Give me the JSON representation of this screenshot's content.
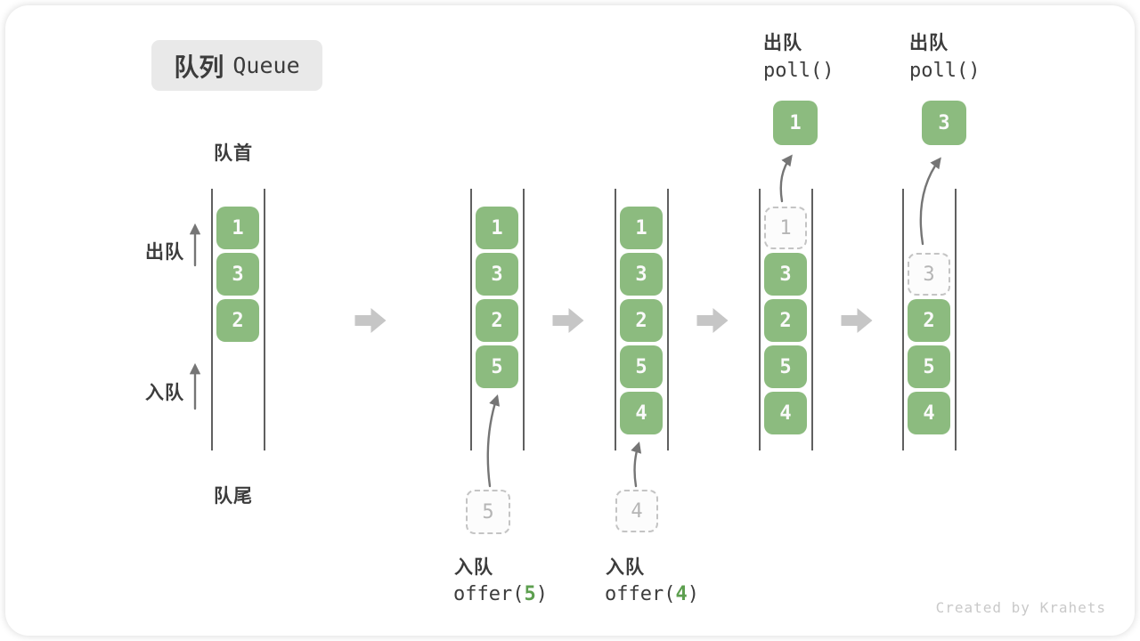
{
  "title": {
    "zh": "队列",
    "en": "Queue"
  },
  "side_labels": {
    "front": "队首",
    "rear": "队尾",
    "dequeue": "出队",
    "enqueue": "入队"
  },
  "queues": [
    {
      "cells": [
        {
          "value": "1"
        },
        {
          "value": "3"
        },
        {
          "value": "2"
        }
      ]
    },
    {
      "cells": [
        {
          "value": "1"
        },
        {
          "value": "3"
        },
        {
          "value": "2"
        },
        {
          "value": "5"
        }
      ]
    },
    {
      "cells": [
        {
          "value": "1"
        },
        {
          "value": "3"
        },
        {
          "value": "2"
        },
        {
          "value": "5"
        },
        {
          "value": "4"
        }
      ]
    },
    {
      "ghost": {
        "value": "1"
      },
      "cells": [
        {
          "value": "3"
        },
        {
          "value": "2"
        },
        {
          "value": "5"
        },
        {
          "value": "4"
        }
      ]
    },
    {
      "ghost": {
        "value": "3"
      },
      "cells": [
        {
          "value": "2"
        },
        {
          "value": "5"
        },
        {
          "value": "4"
        }
      ]
    }
  ],
  "enqueue_ops": [
    {
      "label": "入队",
      "fn_open": "offer(",
      "arg": "5",
      "fn_close": ")",
      "staged_value": "5"
    },
    {
      "label": "入队",
      "fn_open": "offer(",
      "arg": "4",
      "fn_close": ")",
      "staged_value": "4"
    }
  ],
  "dequeue_ops": [
    {
      "label": "出队",
      "code": "poll()",
      "removed_value": "1"
    },
    {
      "label": "出队",
      "code": "poll()",
      "removed_value": "3"
    }
  ],
  "watermark": "Created by Krahets",
  "colors": {
    "cell_green": "#8cbb7f",
    "code_arg_green": "#5d9f4f",
    "block_arrow_gray": "#c6c6c6",
    "thin_arrow_gray": "#757575",
    "ghost_border": "#c4c4c4",
    "ghost_text": "#b5b5b5",
    "text_dark": "#3c3c3c",
    "title_bg": "#e9e9e9",
    "watermark_gray": "#c9c9c9",
    "wall_gray": "#606060"
  }
}
